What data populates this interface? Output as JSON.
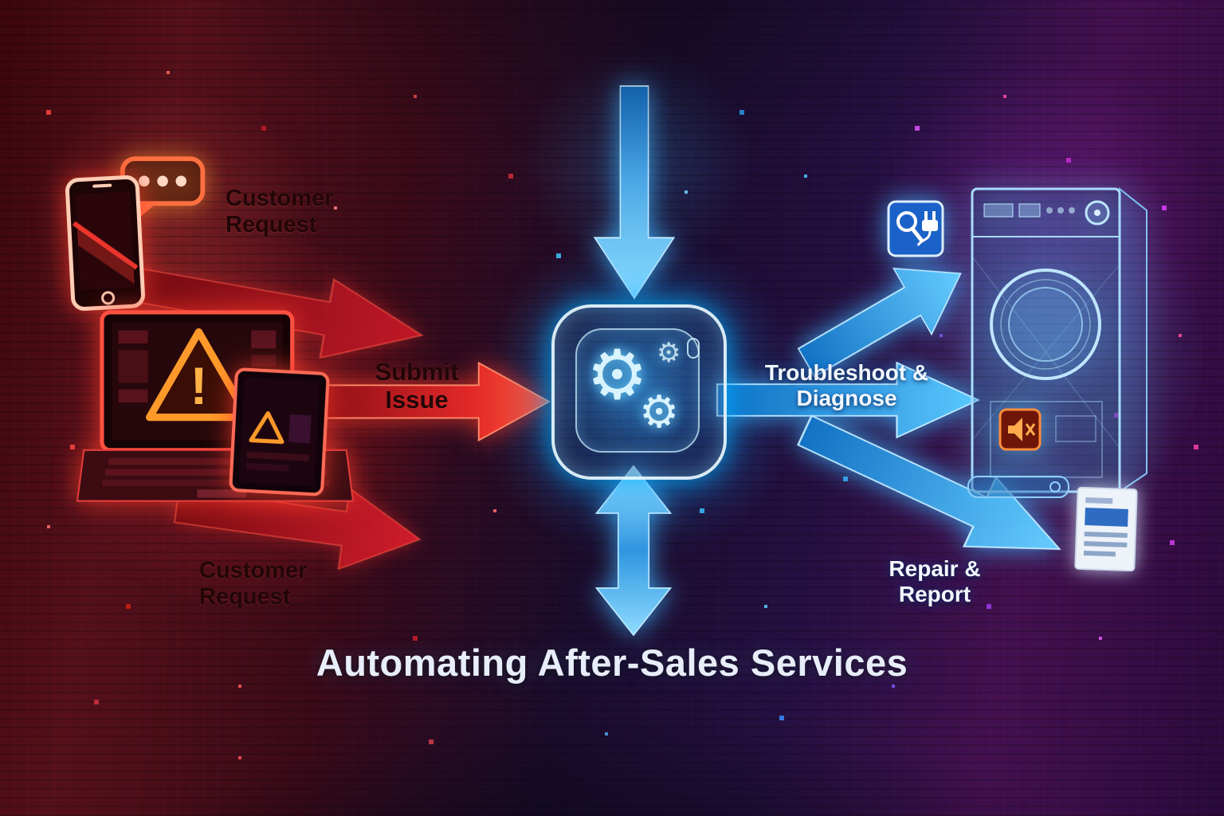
{
  "title": "Automating After-Sales Services",
  "flow": {
    "customer_request_top": "Customer Request",
    "customer_request_bottom": "Customer Request",
    "submit_issue": "Submit Issue",
    "troubleshoot_diagnose": "Troubleshoot & Diagnose",
    "repair_report": "Repair & Report"
  },
  "icons": {
    "gear_glyph": "⚙",
    "exclamation": "!",
    "chat_bubble": "chat-bubble-icon",
    "phone": "smartphone-icon",
    "laptop": "laptop-warning-icon",
    "tablet": "tablet-warning-icon",
    "chip": "ai-processor-chip-icon",
    "tools": "diagnostic-tools-icon",
    "washing_machine": "washing-machine-icon",
    "appliance_alert": "appliance-alert-icon",
    "document": "report-document-icon"
  },
  "colors": {
    "red_accent": "#e22828",
    "dark_red_arrow": "#a01018",
    "blue_accent": "#35b1ff",
    "cyan_glow": "#7fd9ff",
    "orange_warning": "#ff9a2a",
    "dark_label": "#220609",
    "light_label": "#f2f7ff",
    "title_text": "#e7edf9",
    "bg_left": "#3a060c",
    "bg_right": "#2b0a3c"
  }
}
